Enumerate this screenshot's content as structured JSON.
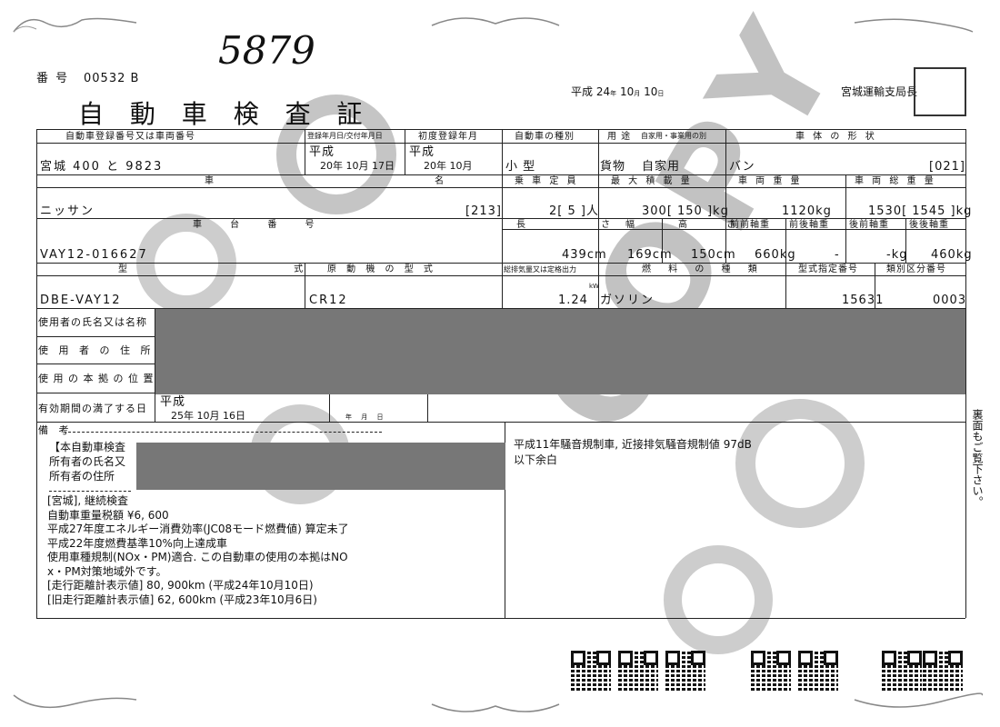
{
  "handwritten_number": "5879",
  "doc_number": {
    "label": "番 号",
    "value": "00532 B"
  },
  "title": "自 動 車 検 査 証",
  "issue_date": {
    "era": "平成",
    "year": "24",
    "year_unit": "年",
    "month": "10",
    "month_unit": "月",
    "day": "10",
    "day_unit": "日"
  },
  "issuer": "宮城運輸支局長",
  "headers": {
    "reg_number": "自動車登録番号又は車両番号",
    "first_reg": "登録年月日/交付年月日",
    "first_year": "初度登録年月",
    "vehicle_kind": "自動車の種別",
    "usage": "用 途",
    "business": "自家用・事業用の別",
    "body_shape": "車 体 の 形 状",
    "maker": "車 名",
    "capacity": "乗 車 定 員",
    "max_load": "最 大 積 載 量",
    "weight": "車 両 重 量",
    "gross_weight": "車 両 総 重 量",
    "chassis": "車 台 番 号",
    "length": "長 さ",
    "width": "幅",
    "height": "高 さ",
    "ff_axle": "前前軸重",
    "fr_axle": "前後軸重",
    "rf_axle": "後前軸重",
    "rr_axle": "後後軸重",
    "model": "型 式",
    "engine": "原 動 機 の 型 式",
    "displacement": "総排気量又は定格出力",
    "fuel": "燃 料 の 種 類",
    "type_number": "型式指定番号",
    "category_number": "類別区分番号",
    "user_name": "使用者の氏名又は名称",
    "user_address": "使 用 者 の 住 所",
    "base_location": "使 用 の 本 拠 の 位 置",
    "expiry": "有効期間の満了する日",
    "remarks": "備 考"
  },
  "values": {
    "reg_number": "宮城 400 と 9823",
    "reg_era": "平成",
    "reg_date": "20年 10月 17日",
    "first_era": "平成",
    "first_date": "20年 10月",
    "vehicle_kind": "小 型",
    "usage": "貨物",
    "business": "自家用",
    "body_shape": "バン",
    "body_code": "[021]",
    "maker": "ニッサン",
    "maker_code": "[213]",
    "capacity": "2[ 5 ]人",
    "max_load": "300[ 150 ]kg",
    "weight": "1120kg",
    "gross_weight": "1530[ 1545 ]kg",
    "chassis": "VAY12-016627",
    "length": "439cm",
    "width": "169cm",
    "height": "150cm",
    "ff_axle": "660kg",
    "fr_axle": "-",
    "rf_axle": "-kg",
    "rr_axle": "460kg",
    "model": "DBE-VAY12",
    "engine": "CR12",
    "displacement": "1.24",
    "displacement_unit": "kW",
    "fuel": "ガソリン",
    "type_number": "15631",
    "category_number": "0003",
    "expiry_era": "平成",
    "expiry_date": "25年 10月 16日",
    "expiry_blank": "年    月    日"
  },
  "remarks_left": {
    "line1": "【本自動車検査",
    "line2": "所有者の氏名又",
    "line3": "所有者の住所",
    "body": [
      "[宮城], 継続検査",
      "自動車重量税額 ¥6, 600",
      "平成27年度エネルギー消費効率(JC08モード燃費値) 算定未了",
      "平成22年度燃費基準10%向上達成車",
      "使用車種規制(NOx・PM)適合. この自動車の使用の本拠はNO",
      "x・PM対策地域外です。",
      "[走行距離計表示値] 80, 900km (平成24年10月10日)",
      "[旧走行距離計表示値] 62, 600km (平成23年10月6日)"
    ]
  },
  "remarks_right": [
    "平成11年騒音規制車, 近接排気騒音規制値 97dB",
    "以下余白"
  ],
  "side_note": "裏面もご覧下さい。",
  "watermark": "COPY",
  "colors": {
    "redaction": "#777777",
    "ink": "#111111"
  }
}
